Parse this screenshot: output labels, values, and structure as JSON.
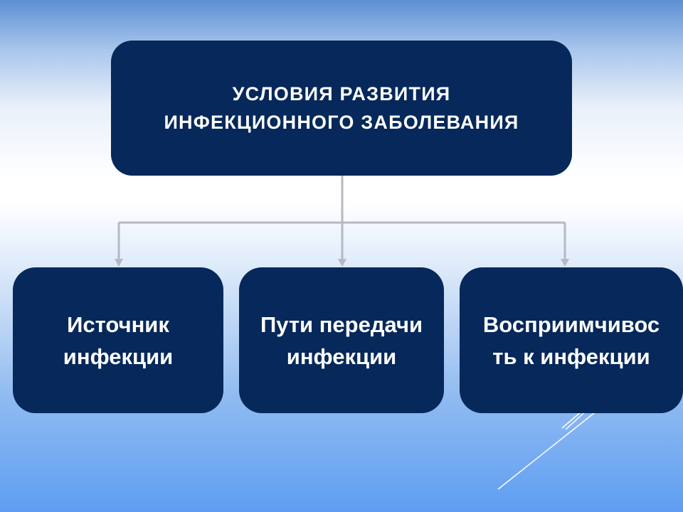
{
  "diagram": {
    "root": {
      "line1": "УСЛОВИЯ РАЗВИТИЯ",
      "line2": "ИНФЕКЦИОННОГО ЗАБОЛЕВАНИЯ"
    },
    "children": [
      {
        "line1": "Источник",
        "line2": "инфекции"
      },
      {
        "line1": "Пути передачи",
        "line2": "инфекции"
      },
      {
        "line1": "Восприимчивос",
        "line2": "ть к инфекции"
      }
    ]
  },
  "colors": {
    "box_fill": "#06285a",
    "box_text": "#ffffff",
    "connector": "#b4b9c2"
  }
}
